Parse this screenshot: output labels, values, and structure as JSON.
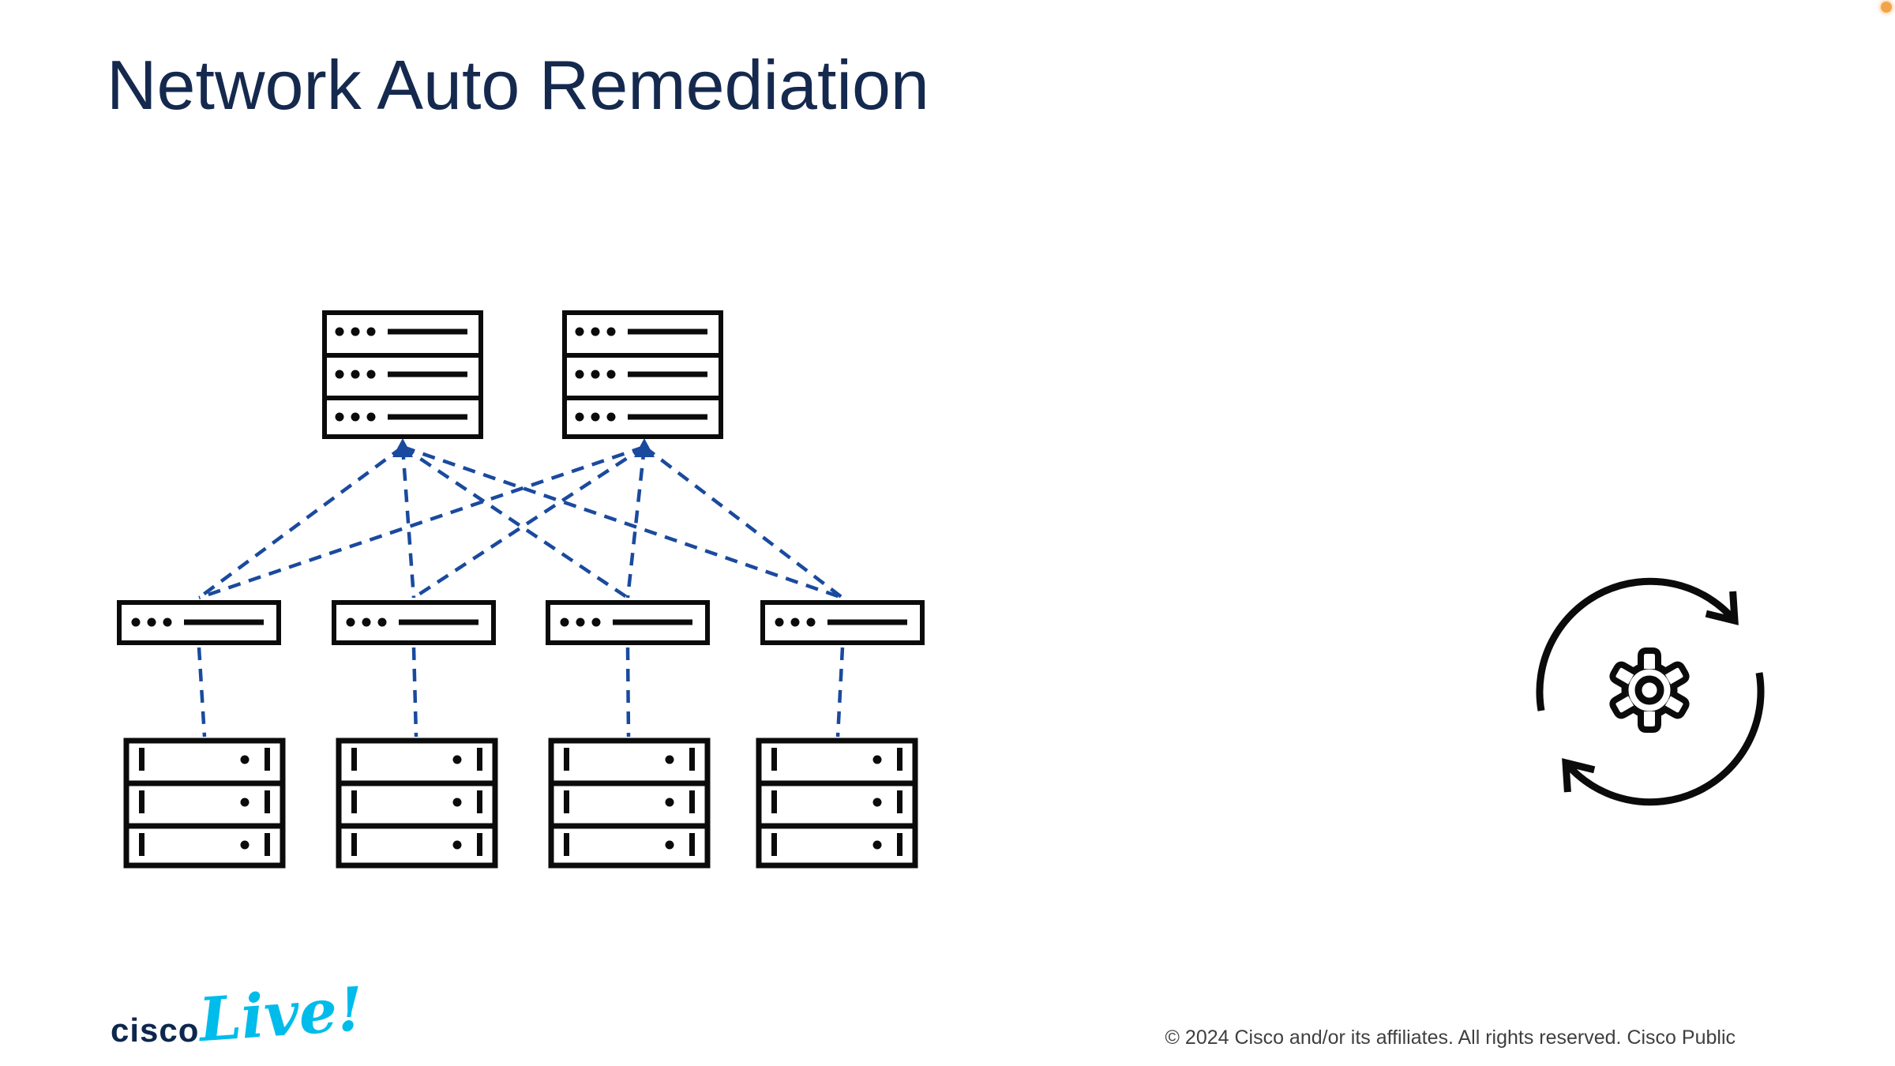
{
  "slide": {
    "title": "Network Auto Remediation",
    "footer": "© 2024 Cisco and/or its affiliates. All rights reserved. Cisco Public",
    "logo": {
      "brand": "cisco",
      "event": "Live!"
    }
  },
  "colors": {
    "background": "#ffffff",
    "title_navy": "#15294e",
    "diagram_ink": "#0b0b0b",
    "link_blue": "#1a4a9e",
    "logo_navy": "#0d274d",
    "logo_cyan": "#00bceb",
    "footer_gray": "#3f3f3f",
    "recording_orange": "#f3a44a"
  },
  "diagram": {
    "spine_switch_count": 2,
    "leaf_switch_count": 4,
    "server_stack_count": 4,
    "spine_leaf_links": 8,
    "leaf_server_links": 4,
    "icons": {
      "top_nodes": "spine-switch-icon",
      "middle_nodes": "leaf-switch-icon",
      "bottom_nodes": "server-stack-icon",
      "right_graphic": "sync-gear-icon",
      "corner_dot": "recording-dot"
    }
  }
}
